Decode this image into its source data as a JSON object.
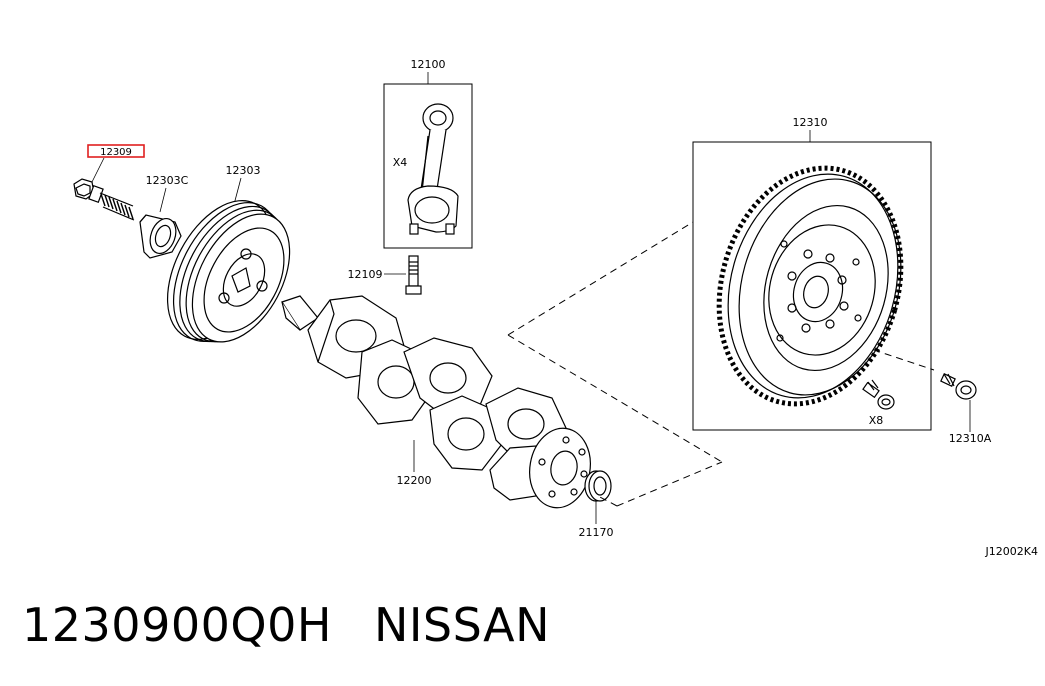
{
  "labels": {
    "bolt_highlight": "12309",
    "pulley_spacer": "12303C",
    "pulley": "12303",
    "con_rod": "12100",
    "con_rod_qty": "X4",
    "rod_bolt": "12109",
    "crankshaft": "12200",
    "flywheel": "12310",
    "flywheel_bolt_qty": "X8",
    "flywheel_bolt": "12310A",
    "rear_seal": "21170",
    "diagram_code": "J12002K4"
  },
  "caption": {
    "part_number": "1230900Q0H",
    "brand": "NISSAN"
  },
  "colors": {
    "highlight": "#e02020",
    "ink": "#000000"
  }
}
